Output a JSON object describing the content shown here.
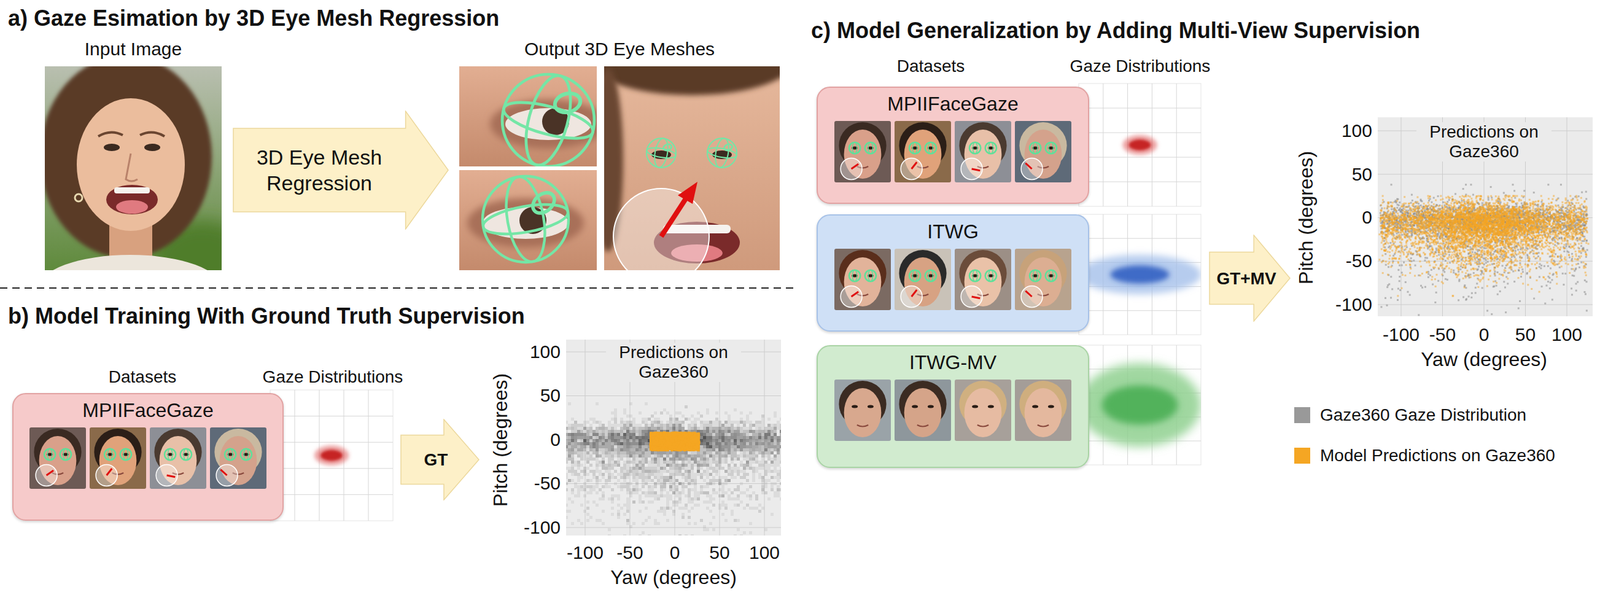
{
  "diagram": {
    "nodes": [
      {
        "text": [
          "3D Eye Mesh Regression"
        ]
      },
      {
        "text": [
          "MPIIFaceGaze"
        ]
      },
      {
        "text": [
          "GT"
        ]
      },
      {
        "text": [
          "MPIIFaceGaze"
        ]
      },
      {
        "text": [
          "ITWG"
        ]
      },
      {
        "text": [
          "ITWG-MV"
        ]
      },
      {
        "text": [
          "GT+MV"
        ]
      }
    ],
    "labels": [
      "a) Gaze Esimation by 3D Eye Mesh Regression",
      "Input Image",
      "Output 3D Eye Meshes",
      "b) Model Training With Ground Truth Supervision",
      "Datasets",
      "Gaze Distributions",
      "Predictions on Gaze360",
      "Pitch (degrees)",
      "100",
      "50",
      "0",
      "-50",
      "-100",
      "-100",
      "-50",
      "0",
      "50",
      "100",
      "Yaw (degrees)",
      "c) Model Generalization by Adding Multi-View Supervision",
      "Datasets",
      "Gaze Distributions",
      "Predictions on Gaze360",
      "Pitch (degrees)",
      "100",
      "50",
      "0",
      "-50",
      "-100",
      "-100",
      "-50",
      "0",
      "50",
      "100",
      "Yaw (degrees)"
    ],
    "legend": [
      {
        "text": "Gaze360 Gaze Distribution",
        "color": "#999999"
      },
      {
        "text": "Model Predictions on Gaze360",
        "color": "#f5a623"
      }
    ]
  }
}
